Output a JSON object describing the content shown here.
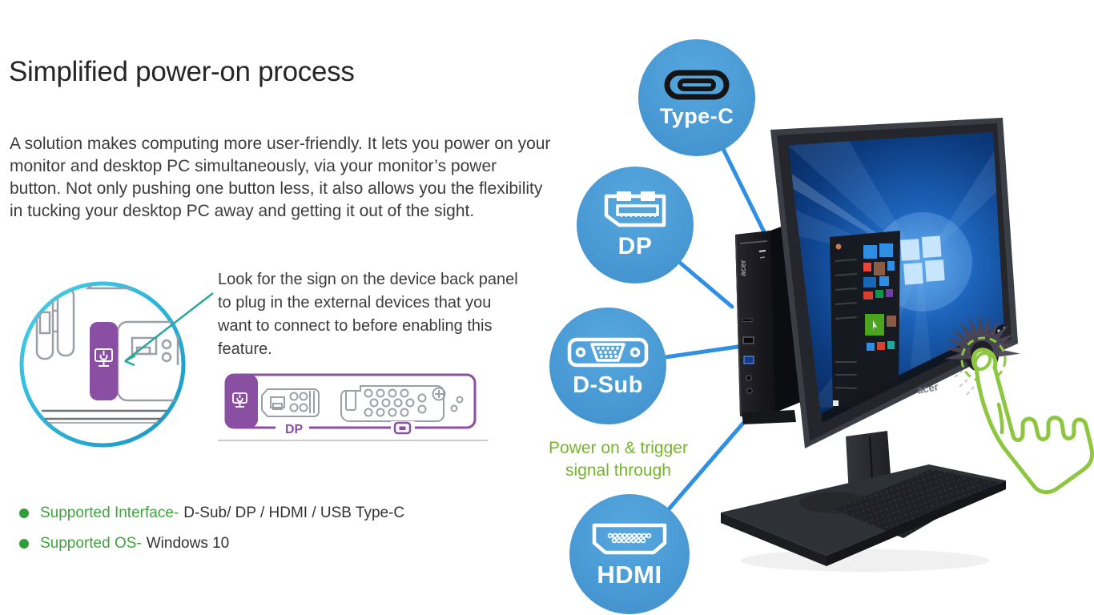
{
  "slide": {
    "title": "Simplified power-on process",
    "intro": "A solution makes computing more user-friendly. It lets you power on your monitor and desktop PC simultaneously,  via  your monitor’s power button. Not only pushing one button less, it also allows you the flexibility in tucking your desktop PC away and getting it out of the sight.",
    "callout": "Look for the sign on the device back panel to plug in the external devices that you want to connect to before enabling this feature.",
    "bullets": [
      {
        "label": "Supported Interface-",
        "value": "D-Sub/ DP / HDMI / USB Type-C"
      },
      {
        "label": "Supported OS-",
        "value": "Windows 10"
      }
    ],
    "power_caption": {
      "line1": "Power on & trigger",
      "line2": "signal through"
    },
    "connectors": [
      {
        "id": "type-c",
        "label": "Type-C"
      },
      {
        "id": "dp",
        "label": "DP"
      },
      {
        "id": "d-sub",
        "label": "D-Sub"
      },
      {
        "id": "hdmi",
        "label": "HDMI"
      }
    ],
    "back_panel_diagram": {
      "port_label": "DP"
    },
    "brand": "acer"
  },
  "colors": {
    "badge_blue": "#4a9ad5",
    "line_blue": "#2f8fe5",
    "green_text": "#3fa33f",
    "lime_green": "#74b629",
    "purple": "#8a4fa3",
    "cyan_ring": "#2cb9da",
    "hand_green": "#8dc63f"
  }
}
